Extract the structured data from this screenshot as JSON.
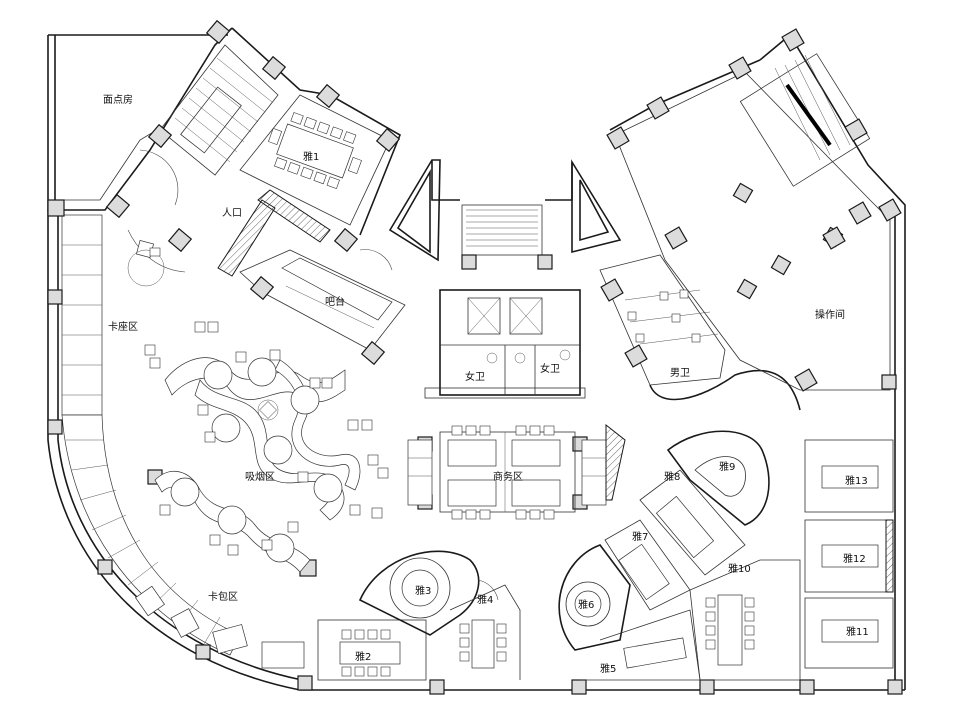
{
  "rooms": {
    "pastry": "面点房",
    "yara1": "雅1",
    "entrance": "人口",
    "bar": "吧台",
    "booth_seating": "卡座区",
    "smoking": "吸烟区",
    "business": "商务区",
    "women_wc_a": "女卫",
    "women_wc_b": "女卫",
    "men_wc": "男卫",
    "operation": "操作间",
    "booth_area": "卡包区",
    "yara2": "雅2",
    "yara3": "雅3",
    "yara4": "雅4",
    "yara5": "雅5",
    "yara6": "雅6",
    "yara7": "雅7",
    "yara8": "雅8",
    "yara9": "雅9",
    "yara10": "雅10",
    "yara11": "雅11",
    "yara12": "雅12",
    "yara13": "雅13"
  }
}
